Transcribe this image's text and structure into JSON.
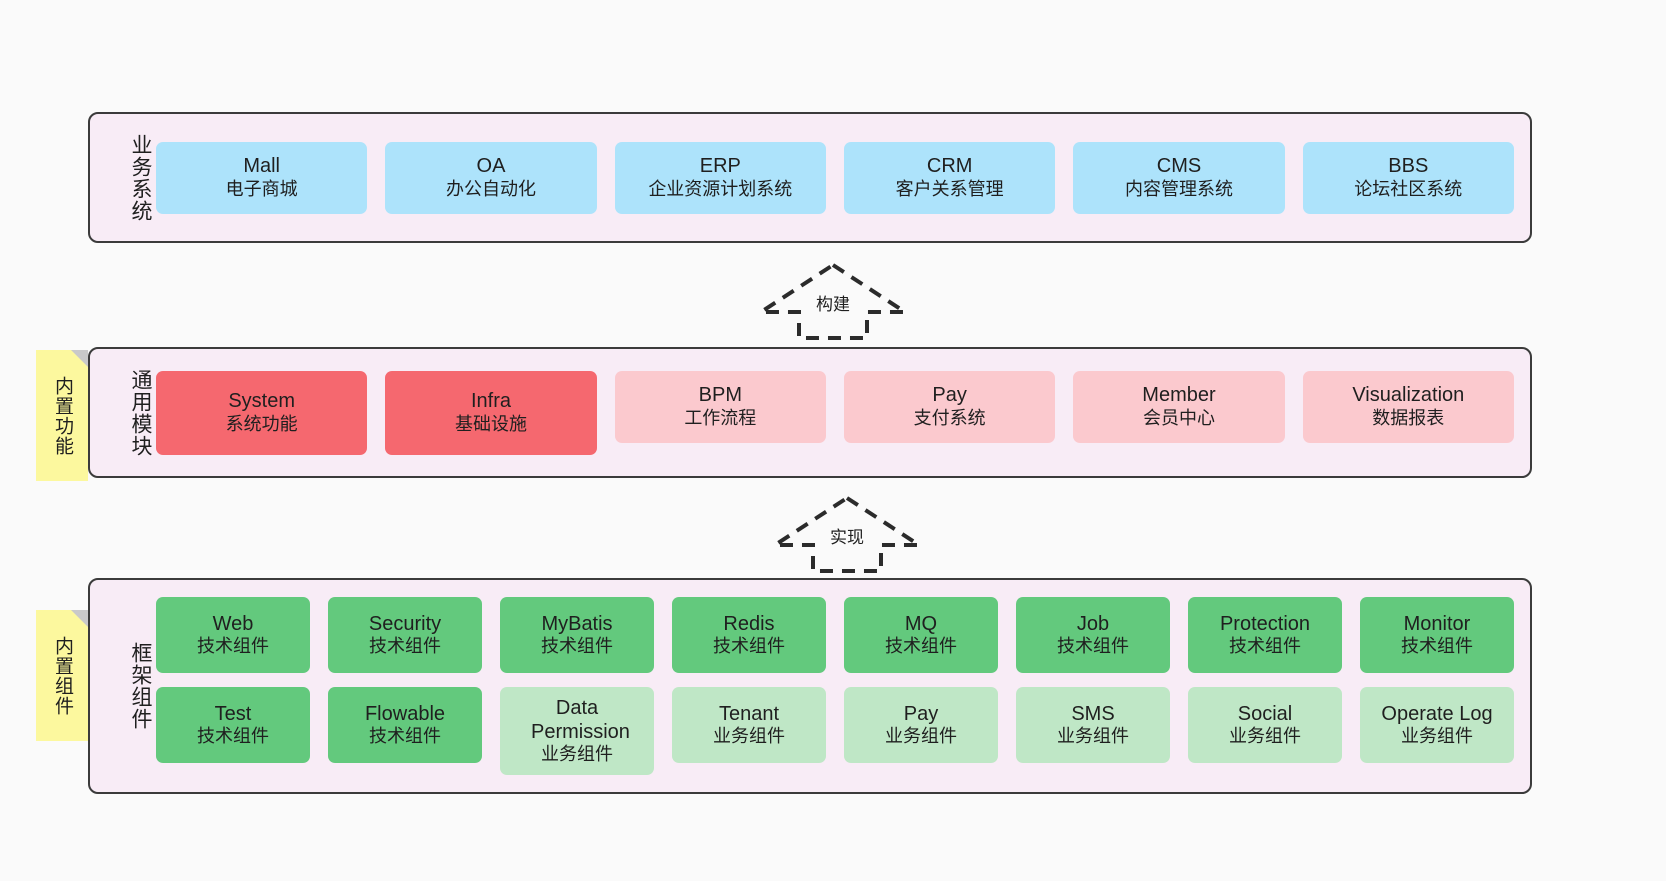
{
  "tiers": [
    {
      "label": "业务系统",
      "sticky": null,
      "rows": [
        [
          {
            "en": "Mall",
            "cn": "电子商城",
            "color": "blue"
          },
          {
            "en": "OA",
            "cn": "办公自动化",
            "color": "blue"
          },
          {
            "en": "ERP",
            "cn": "企业资源计划系统",
            "color": "blue"
          },
          {
            "en": "CRM",
            "cn": "客户关系管理",
            "color": "blue"
          },
          {
            "en": "CMS",
            "cn": "内容管理系统",
            "color": "blue"
          },
          {
            "en": "BBS",
            "cn": "论坛社区系统",
            "color": "blue"
          }
        ]
      ]
    },
    {
      "label": "通用模块",
      "sticky": "内置功能",
      "rows": [
        [
          {
            "en": "System",
            "cn": "系统功能",
            "color": "red"
          },
          {
            "en": "Infra",
            "cn": "基础设施",
            "color": "red"
          },
          {
            "en": "BPM",
            "cn": "工作流程",
            "color": "pink"
          },
          {
            "en": "Pay",
            "cn": "支付系统",
            "color": "pink"
          },
          {
            "en": "Member",
            "cn": "会员中心",
            "color": "pink"
          },
          {
            "en": "Visualization",
            "cn": "数据报表",
            "color": "pink"
          }
        ]
      ]
    },
    {
      "label": "框架组件",
      "sticky": "内置组件",
      "rows": [
        [
          {
            "en": "Web",
            "cn": "技术组件",
            "color": "green"
          },
          {
            "en": "Security",
            "cn": "技术组件",
            "color": "green"
          },
          {
            "en": "MyBatis",
            "cn": "技术组件",
            "color": "green"
          },
          {
            "en": "Redis",
            "cn": "技术组件",
            "color": "green"
          },
          {
            "en": "MQ",
            "cn": "技术组件",
            "color": "green"
          },
          {
            "en": "Job",
            "cn": "技术组件",
            "color": "green"
          },
          {
            "en": "Protection",
            "cn": "技术组件",
            "color": "green"
          },
          {
            "en": "Monitor",
            "cn": "技术组件",
            "color": "green"
          }
        ],
        [
          {
            "en": "Test",
            "cn": "技术组件",
            "color": "green"
          },
          {
            "en": "Flowable",
            "cn": "技术组件",
            "color": "green"
          },
          {
            "en": "Data Permission",
            "cn": "业务组件",
            "color": "lightgreen"
          },
          {
            "en": "Tenant",
            "cn": "业务组件",
            "color": "lightgreen"
          },
          {
            "en": "Pay",
            "cn": "业务组件",
            "color": "lightgreen"
          },
          {
            "en": "SMS",
            "cn": "业务组件",
            "color": "lightgreen"
          },
          {
            "en": "Social",
            "cn": "业务组件",
            "color": "lightgreen"
          },
          {
            "en": "Operate Log",
            "cn": "业务组件",
            "color": "lightgreen"
          }
        ]
      ]
    }
  ],
  "connectors": [
    {
      "label": "构建"
    },
    {
      "label": "实现"
    }
  ],
  "colors": {
    "panel_bg": "#f8ecf6",
    "panel_border": "#3b3b3b",
    "blue": "#ade3fb",
    "red": "#f5686f",
    "pink": "#fbc9ce",
    "green": "#63c97d",
    "lightgreen": "#bfe7c6",
    "sticky": "#fcf89e",
    "canvas": "#fafafa"
  }
}
